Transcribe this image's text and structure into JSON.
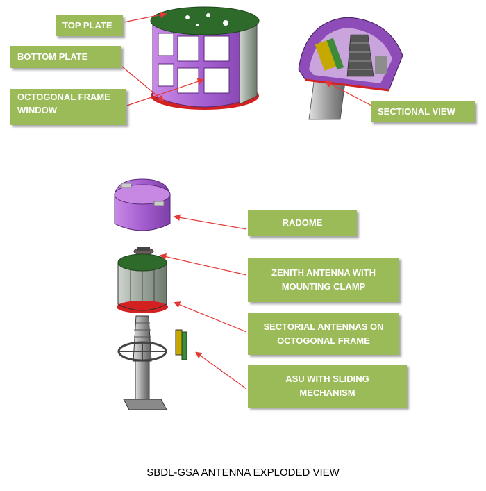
{
  "labels": {
    "top_plate": "TOP PLATE",
    "bottom_plate": "BOTTOM PLATE",
    "octogonal_frame_line1": "OCTOGONAL FRAME",
    "octogonal_frame_line2": "WINDOW",
    "sectional_view": "SECTIONAL VIEW",
    "radome": "RADOME",
    "zenith_line1": "ZENITH ANTENNA WITH",
    "zenith_line2": "MOUNTING CLAMP",
    "sectorial_line1": "SECTORIAL ANTENNAS ON",
    "sectorial_line2": "OCTOGONAL FRAME",
    "asu_line1": "ASU WITH SLIDING",
    "asu_line2": "MECHANISM"
  },
  "caption": "SBDL-GSA ANTENNA EXPLODED VIEW",
  "colors": {
    "label_bg": "#9bbb59",
    "label_text": "#ffffff",
    "arrow": "#e53935",
    "plate_green": "#2e6b2a",
    "frame_purple": "#a05cc6",
    "bottom_red": "#d32020",
    "panel_grey": "#8fa08f"
  }
}
